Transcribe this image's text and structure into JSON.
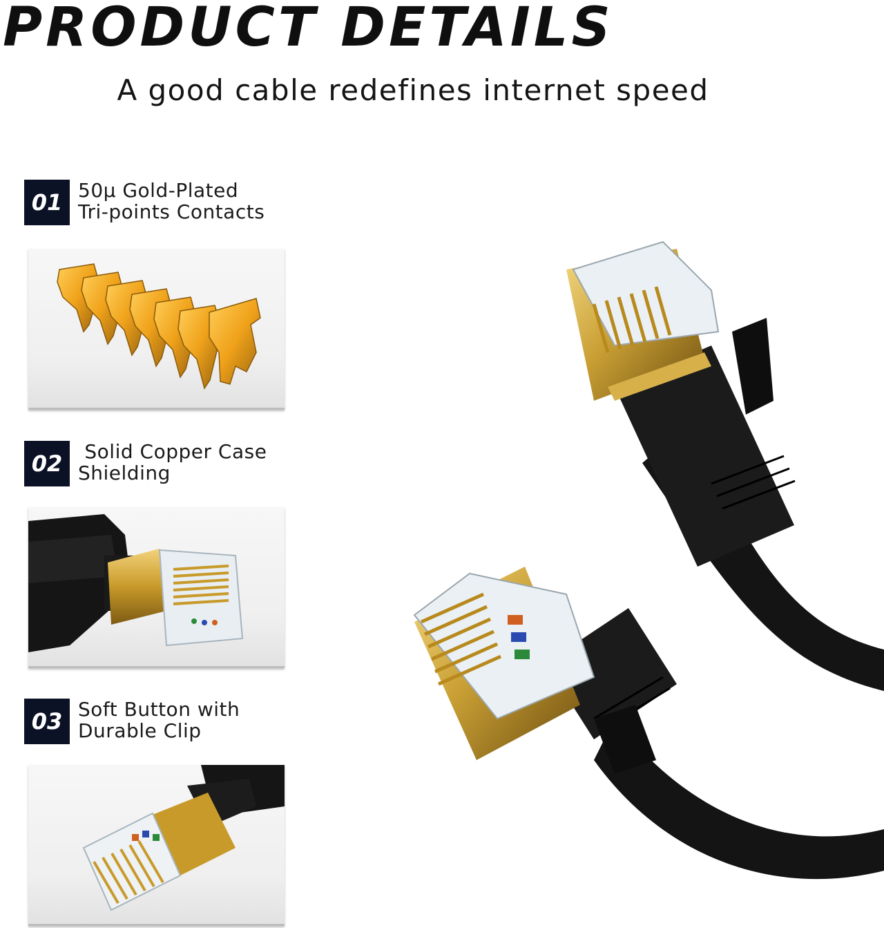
{
  "header": {
    "title": "PRODUCT DETAILS",
    "subtitle": "A good cable redefines internet speed"
  },
  "features": [
    {
      "number": "01",
      "line1": "50μ Gold-Plated",
      "line2": "Tri-points Contacts"
    },
    {
      "number": "02",
      "line1": " Solid Copper Case",
      "line2": "Shielding"
    },
    {
      "number": "03",
      "line1": "Soft Button with",
      "line2": "Durable Clip"
    }
  ],
  "images": {
    "contacts": "gold-contacts-closeup",
    "shielding": "shielded-connector-closeup",
    "clip": "connector-clip-closeup",
    "hero": "flat-ethernet-cable-two-connectors"
  },
  "colors": {
    "badge": "#0c1226",
    "gold": "#c9a236",
    "cable": "#141414",
    "text": "#141414"
  }
}
